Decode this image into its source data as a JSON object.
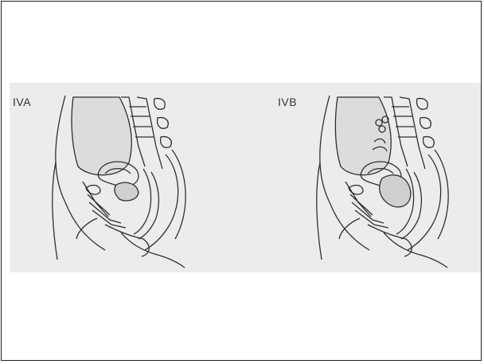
{
  "panels": [
    {
      "id": "a",
      "label": "IVA"
    },
    {
      "id": "b",
      "label": "IVB"
    }
  ],
  "colors": {
    "band": "#ececec",
    "line": "#2f2f2f",
    "shade": "#dcdcdc",
    "frame": "#222222"
  }
}
